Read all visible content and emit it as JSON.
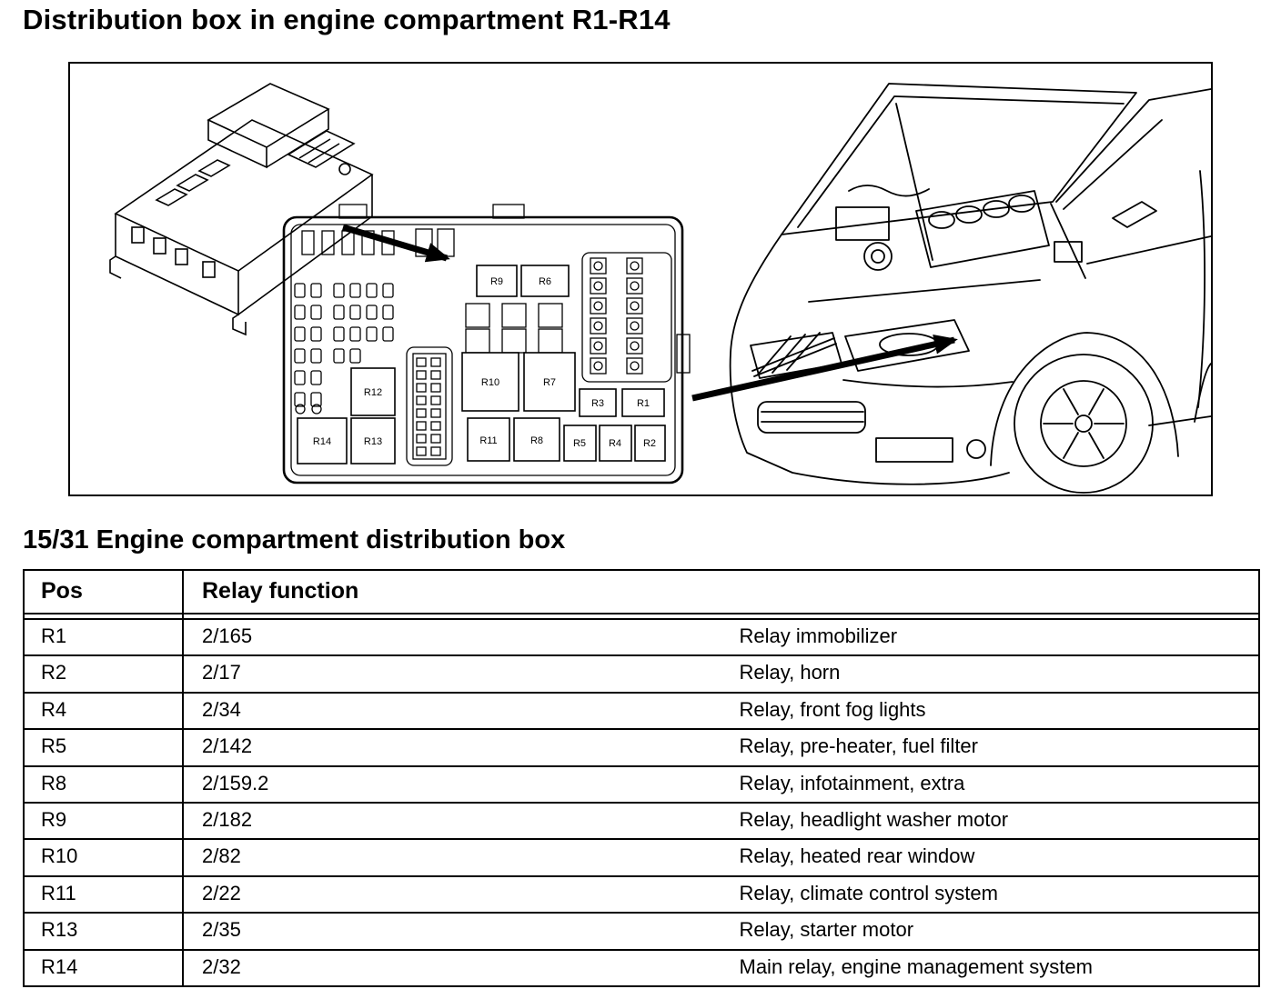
{
  "page": {
    "title": "Distribution box in engine compartment R1-R14",
    "section_heading": "15/31 Engine compartment distribution box"
  },
  "figure": {
    "description": "Line drawing: engine compartment distribution box, relay layout detail, and car with open hood",
    "relays": {
      "r1": "R1",
      "r2": "R2",
      "r3": "R3",
      "r4": "R4",
      "r5": "R5",
      "r6": "R6",
      "r7": "R7",
      "r8": "R8",
      "r9": "R9",
      "r10": "R10",
      "r11": "R11",
      "r12": "R12",
      "r13": "R13",
      "r14": "R14"
    }
  },
  "table": {
    "headers": {
      "pos": "Pos",
      "function": "Relay function"
    },
    "rows": [
      {
        "pos": "R1",
        "code": "2/165",
        "function": "Relay immobilizer"
      },
      {
        "pos": "R2",
        "code": "2/17",
        "function": "Relay, horn"
      },
      {
        "pos": "R4",
        "code": "2/34",
        "function": "Relay, front fog lights"
      },
      {
        "pos": "R5",
        "code": "2/142",
        "function": "Relay, pre-heater, fuel filter"
      },
      {
        "pos": "R8",
        "code": "2/159.2",
        "function": "Relay, infotainment, extra"
      },
      {
        "pos": "R9",
        "code": "2/182",
        "function": "Relay, headlight washer motor"
      },
      {
        "pos": "R10",
        "code": "2/82",
        "function": "Relay, heated rear window"
      },
      {
        "pos": "R11",
        "code": "2/22",
        "function": "Relay, climate control system"
      },
      {
        "pos": "R13",
        "code": "2/35",
        "function": "Relay, starter motor"
      },
      {
        "pos": "R14",
        "code": "2/32",
        "function": "Main relay, engine management system"
      }
    ]
  }
}
